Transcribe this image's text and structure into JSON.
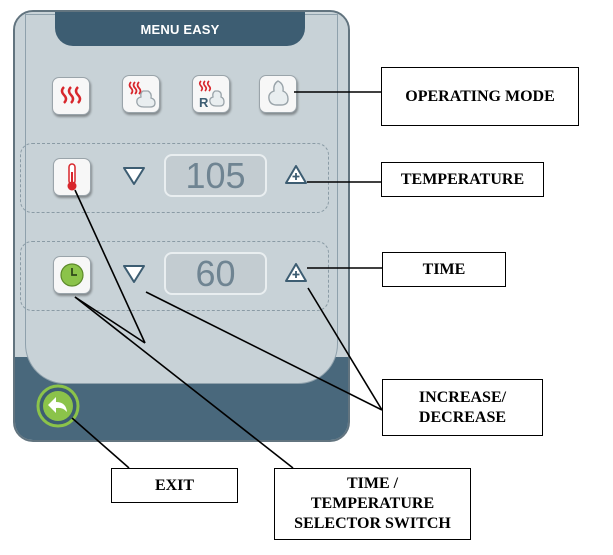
{
  "panel": {
    "title": "MENU EASY",
    "operating_modes": [
      {
        "name": "convection",
        "icon": "heat-waves-icon"
      },
      {
        "name": "combi",
        "icon": "heat-steam-icon"
      },
      {
        "name": "regeneration",
        "icon": "regeneration-icon",
        "letter": "R"
      },
      {
        "name": "steam",
        "icon": "steam-icon"
      }
    ],
    "temperature": {
      "value": "105",
      "icon": "thermometer-icon"
    },
    "time": {
      "value": "60",
      "icon": "clock-icon"
    },
    "exit_icon": "back-arrow-icon"
  },
  "callouts": {
    "operating_mode": "OPERATING MODE",
    "temperature": "TEMPERATURE",
    "time": "TIME",
    "increase_decrease": [
      "INCREASE/",
      "DECREASE"
    ],
    "exit": "EXIT",
    "selector": [
      "TIME /",
      "TEMPERATURE",
      "SELECTOR SWITCH"
    ]
  },
  "colors": {
    "header": "#3d5d72",
    "panel": "#c9d3d8",
    "panel_bottom": "#49687c",
    "heat_red": "#d8262c",
    "clock_green": "#8bc34a",
    "display_text": "#6f8492"
  }
}
